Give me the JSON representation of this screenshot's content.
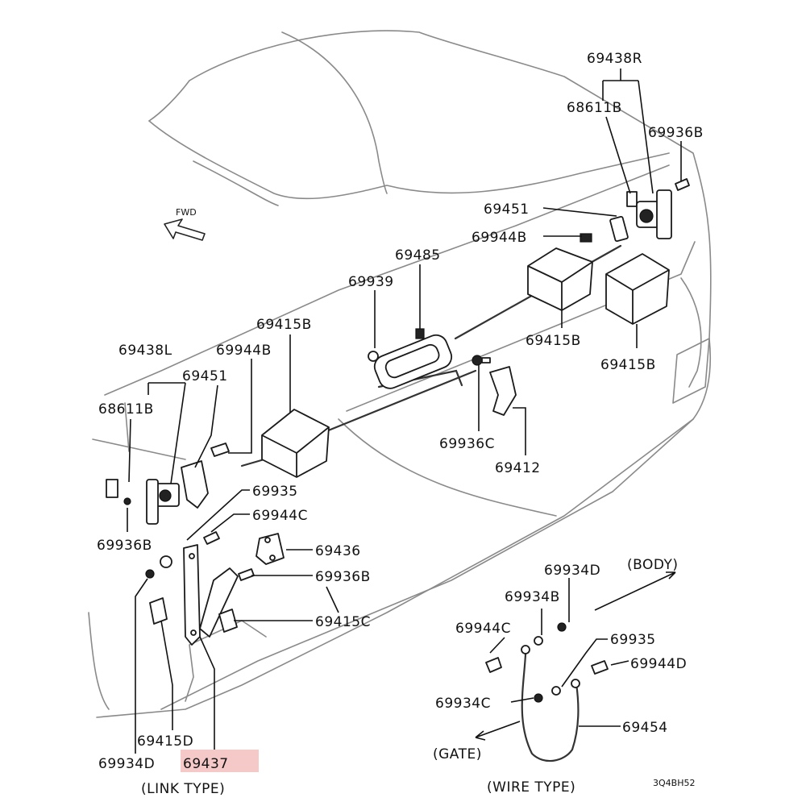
{
  "diagram": {
    "fwd_label": "FWD",
    "drawing_code": "3Q4BH52",
    "highlight_color": "#f6c9c9",
    "captions": {
      "link_type": "(LINK TYPE)",
      "wire_type": "(WIRE TYPE)",
      "body": "(BODY)",
      "gate": "(GATE)"
    },
    "parts": {
      "p69438R": "69438R",
      "p68611B_r": "68611B",
      "p69936B_r": "69936B",
      "p69451_r": "69451",
      "p69944B_r": "69944B",
      "p69485": "69485",
      "p69939": "69939",
      "p69415B_mid": "69415B",
      "p69415B_top": "69415B",
      "p69415B_right": "69415B",
      "p69438L": "69438L",
      "p69944B_l": "69944B",
      "p69451_l": "69451",
      "p68611B_l": "68611B",
      "p69936C": "69936C",
      "p69412": "69412",
      "p69935_l": "69935",
      "p69944C_l": "69944C",
      "p69936B_l": "69936B",
      "p69436": "69436",
      "p69936B_mid": "69936B",
      "p69415C": "69415C",
      "p69415D": "69415D",
      "p69934D_l": "69934D",
      "p69437": "69437",
      "p69934D_r": "69934D",
      "p69934B": "69934B",
      "p69944C_r": "69944C",
      "p69935_r": "69935",
      "p69944D": "69944D",
      "p69934C": "69934C",
      "p69454": "69454"
    }
  }
}
